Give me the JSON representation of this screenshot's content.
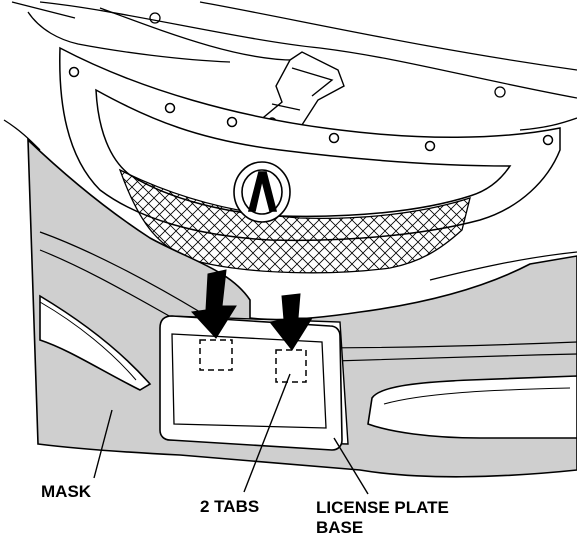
{
  "labels": {
    "mask": "MASK",
    "tabs": "2 TABS",
    "plate_line1": "LICENSE PLATE",
    "plate_line2": "BASE"
  },
  "colors": {
    "mask_fill": "#cfcfcf",
    "ink": "#000000",
    "paper": "#ffffff"
  }
}
